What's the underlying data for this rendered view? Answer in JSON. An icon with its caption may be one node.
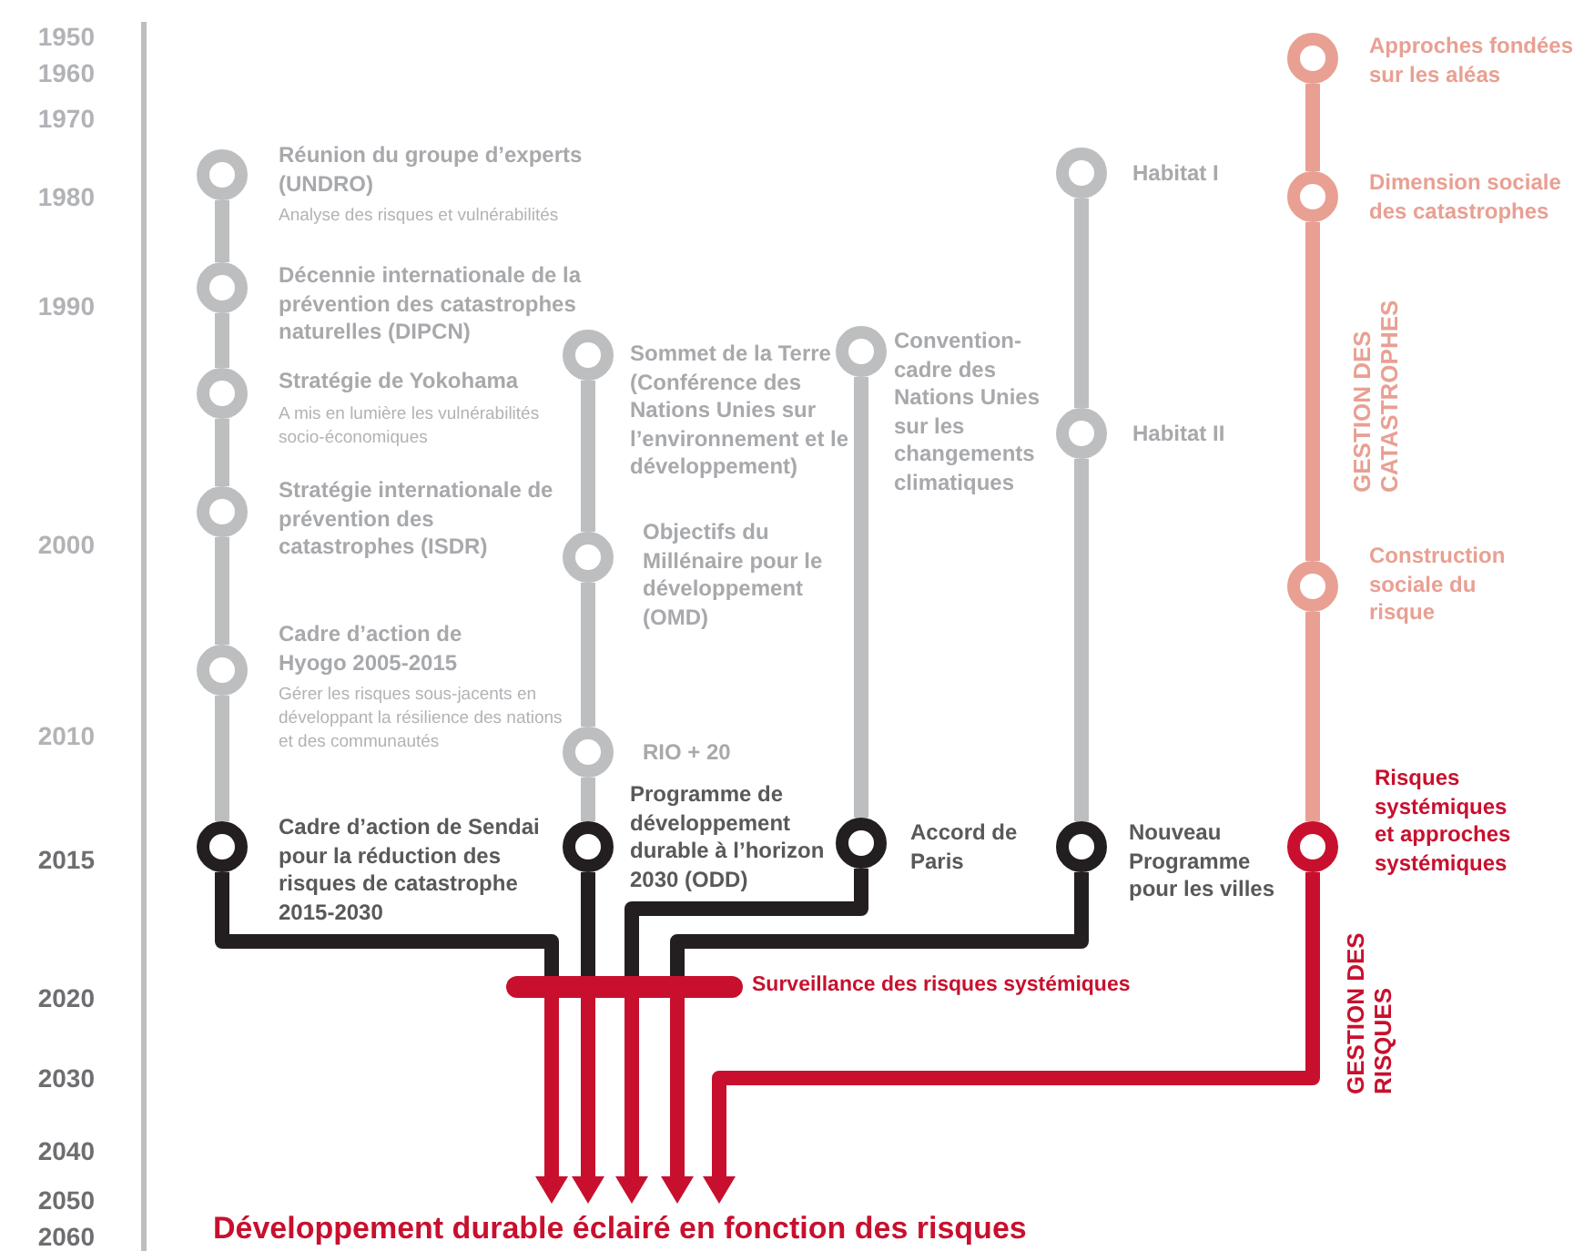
{
  "diagram": {
    "nodes": [
      {
        "text": [
          "Réunion du groupe d’experts (UNDRO)",
          "Analyse des risques et vulnérabilités"
        ]
      },
      {
        "text": [
          "Décennie internationale de la prévention des catastrophes naturelles (DIPCN)"
        ]
      },
      {
        "text": [
          "Stratégie de Yokohama",
          "A mis en lumière les vulnérabilités socio-économiques"
        ]
      },
      {
        "text": [
          "Stratégie internationale de prévention des catastrophes (ISDR)"
        ]
      },
      {
        "text": [
          "Cadre d’action de Hyogo 2005-2015",
          "Gérer les risques sous-jacents en développant la résilience des nations et des communautés"
        ]
      },
      {
        "text": [
          "Cadre d’action de Sendai pour la réduction des risques de catastrophe 2015-2030"
        ]
      },
      {
        "text": [
          "Sommet de la Terre (Conférence des Nations Unies sur l’environnement et le développement)"
        ]
      },
      {
        "text": [
          "Objectifs du Millénaire pour le développement (OMD)"
        ]
      },
      {
        "text": [
          "RIO + 20"
        ]
      },
      {
        "text": [
          "Programme de développement durable à l’horizon 2030 (ODD)"
        ]
      },
      {
        "text": [
          "Convention-cadre des Nations Unies sur les changements climatiques"
        ]
      },
      {
        "text": [
          "Accord de Paris"
        ]
      },
      {
        "text": [
          "Habitat I"
        ]
      },
      {
        "text": [
          "Habitat II"
        ]
      },
      {
        "text": [
          "Nouveau Programme pour les villes"
        ]
      },
      {
        "text": [
          "Approches fondées sur les aléas"
        ]
      },
      {
        "text": [
          "Dimension sociale des catastrophes"
        ]
      },
      {
        "text": [
          "Construction sociale du risque"
        ]
      },
      {
        "text": [
          "Risques systémiques et approches systémiques"
        ]
      },
      {
        "text": [
          "Surveillance des risques systémiques"
        ]
      },
      {
        "text": [
          "Développement durable éclairé en fonction des risques"
        ]
      }
    ],
    "edges": [
      {
        "from": 0,
        "to": 1,
        "arrow": "none"
      },
      {
        "from": 1,
        "to": 2,
        "arrow": "none"
      },
      {
        "from": 2,
        "to": 3,
        "arrow": "none"
      },
      {
        "from": 3,
        "to": 4,
        "arrow": "none"
      },
      {
        "from": 4,
        "to": 5,
        "arrow": "none"
      },
      {
        "from": 6,
        "to": 7,
        "arrow": "none"
      },
      {
        "from": 7,
        "to": 8,
        "arrow": "none"
      },
      {
        "from": 8,
        "to": 9,
        "arrow": "none"
      },
      {
        "from": 10,
        "to": 11,
        "arrow": "none"
      },
      {
        "from": 12,
        "to": 13,
        "arrow": "none"
      },
      {
        "from": 13,
        "to": 14,
        "arrow": "none"
      },
      {
        "from": 15,
        "to": 16,
        "arrow": "none",
        "color": "#e8a093"
      },
      {
        "from": 16,
        "to": 17,
        "arrow": "none",
        "color": "#e8a093"
      },
      {
        "from": 17,
        "to": 18,
        "arrow": "none",
        "color": "#e8a093"
      },
      {
        "from": 5,
        "to": 19,
        "arrow": "none",
        "color": "#231f20"
      },
      {
        "from": 9,
        "to": 19,
        "arrow": "none",
        "color": "#231f20"
      },
      {
        "from": 11,
        "to": 19,
        "arrow": "none",
        "color": "#231f20"
      },
      {
        "from": 14,
        "to": 19,
        "arrow": "none",
        "color": "#231f20"
      },
      {
        "from": 19,
        "to": 20,
        "arrow": "to",
        "color": "#c8102e"
      },
      {
        "from": 19,
        "to": 20,
        "arrow": "to",
        "color": "#c8102e"
      },
      {
        "from": 19,
        "to": 20,
        "arrow": "to",
        "color": "#c8102e"
      },
      {
        "from": 19,
        "to": 20,
        "arrow": "to",
        "color": "#c8102e"
      },
      {
        "from": 18,
        "to": 20,
        "arrow": "to",
        "color": "#c8102e"
      }
    ],
    "labels": [
      "1950",
      "1960",
      "1970",
      "1980",
      "1990",
      "2000",
      "2010",
      "2015",
      "2020",
      "2030",
      "2040",
      "2050",
      "2060",
      "GESTION DES CATASTROPHES",
      "GESTION DES RISQUES"
    ]
  }
}
